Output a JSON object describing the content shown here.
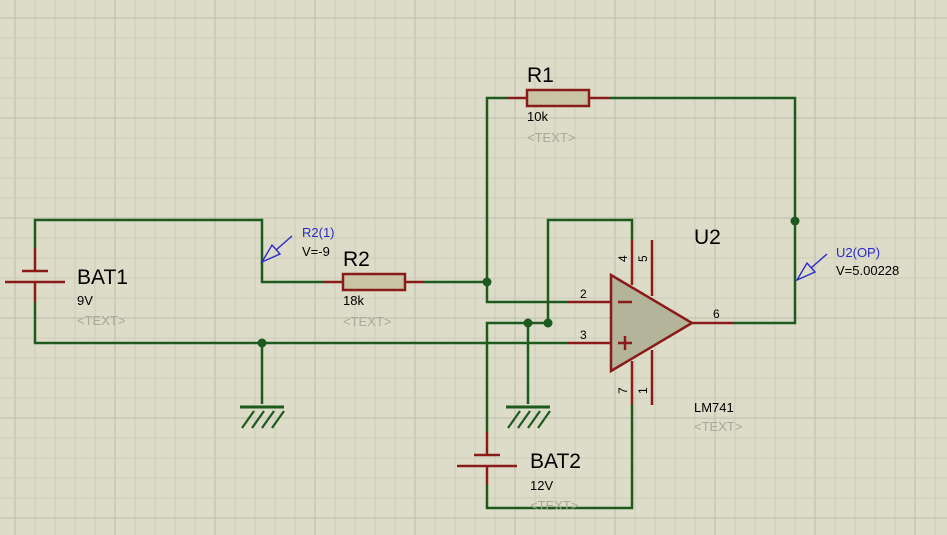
{
  "colors": {
    "background": "#dcdcc8",
    "grid_minor": "#cbcbb8",
    "grid_major": "#bdbdab",
    "wire": "#1e5a1e",
    "component": "#8b1a1a",
    "resistor_fill": "#c8c4a4",
    "opamp_fill": "#b4b49a",
    "probe": "#2a2acc",
    "placeholder_text": "#a9a99a"
  },
  "components": {
    "r1": {
      "ref": "R1",
      "value": "10k",
      "text": "<TEXT>"
    },
    "r2": {
      "ref": "R2",
      "value": "18k",
      "text": "<TEXT>"
    },
    "bat1": {
      "ref": "BAT1",
      "value": "9V",
      "text": "<TEXT>"
    },
    "bat2": {
      "ref": "BAT2",
      "value": "12V",
      "text": "<TEXT>"
    },
    "u2": {
      "ref": "U2",
      "part": "LM741",
      "text": "<TEXT>",
      "pins": {
        "inv": "2",
        "noninv": "3",
        "out": "6",
        "p4": "4",
        "p5": "5",
        "p7": "7",
        "p1": "1"
      }
    }
  },
  "probes": {
    "r2": {
      "name": "R2(1)",
      "reading": "V=-9"
    },
    "u2": {
      "name": "U2(OP)",
      "reading": "V=5.00228"
    }
  }
}
